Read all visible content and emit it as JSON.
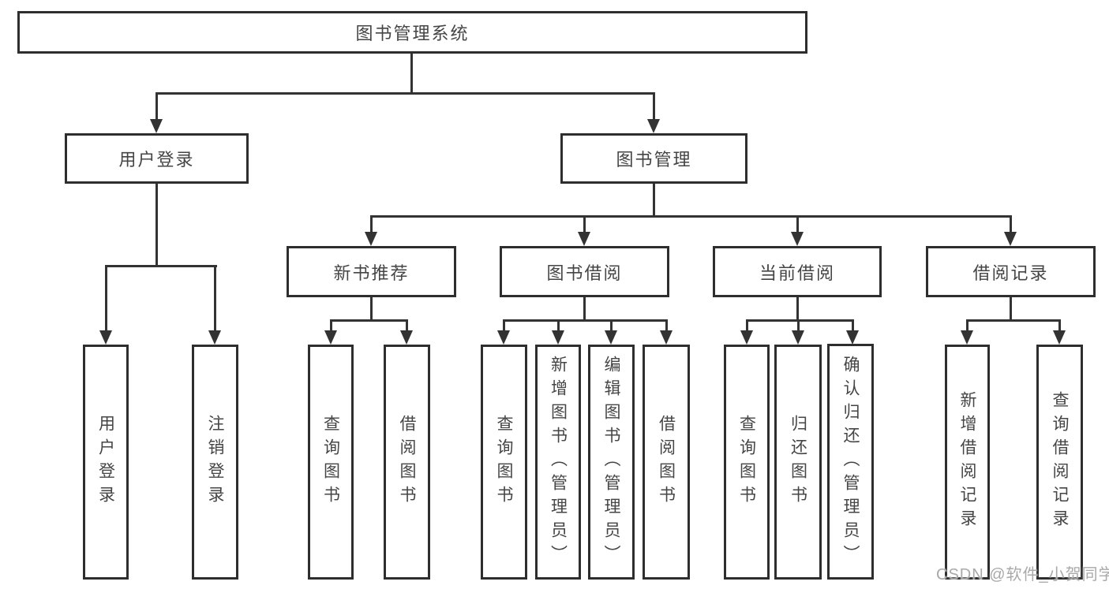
{
  "tree": {
    "label": "图书管理系统",
    "children": [
      {
        "label": "用户登录",
        "children": [
          {
            "label": "用户登录"
          },
          {
            "label": "注销登录"
          }
        ]
      },
      {
        "label": "图书管理",
        "children": [
          {
            "label": "新书推荐",
            "children": [
              {
                "label": "查询图书"
              },
              {
                "label": "借阅图书"
              }
            ]
          },
          {
            "label": "图书借阅",
            "children": [
              {
                "label": "查询图书"
              },
              {
                "label": "新增图书（管理员）"
              },
              {
                "label": "编辑图书（管理员）"
              },
              {
                "label": "借阅图书"
              }
            ]
          },
          {
            "label": "当前借阅",
            "children": [
              {
                "label": "查询图书"
              },
              {
                "label": "归还图书"
              },
              {
                "label": "确认归还（管理员）"
              }
            ]
          },
          {
            "label": "借阅记录",
            "children": [
              {
                "label": "新增借阅记录"
              },
              {
                "label": "查询借阅记录"
              }
            ]
          }
        ]
      }
    ]
  },
  "watermark": {
    "text": "CSDN @软件_小贺同学"
  },
  "colors": {
    "line": "#333333",
    "box_border": "#2e2e2e",
    "text": "#454545",
    "watermark": "#a9a9a9",
    "background": "#ffffff"
  }
}
